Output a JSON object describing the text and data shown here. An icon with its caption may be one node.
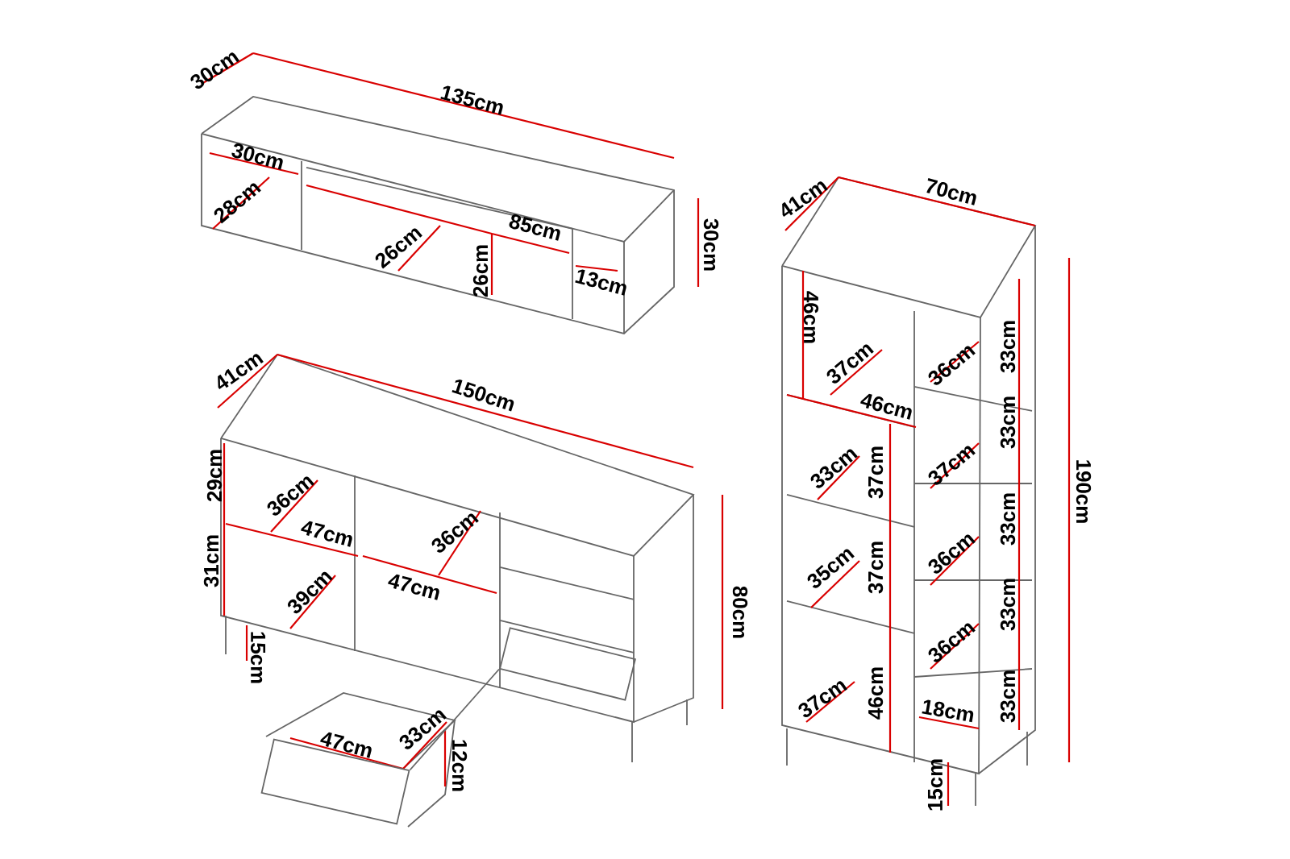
{
  "diagram": {
    "nodes": [
      {
        "text": [],
        "shape": "box"
      },
      {
        "text": [],
        "shape": "box"
      }
    ],
    "edges": [
      {
        "from": 1,
        "to": 0,
        "arrow": "none"
      }
    ],
    "labels": [
      "30cm",
      "135cm",
      "30cm",
      "28cm",
      "26cm",
      "85cm",
      "26cm",
      "13cm",
      "30cm",
      "41cm",
      "150cm",
      "29cm",
      "36cm",
      "47cm",
      "36cm",
      "31cm",
      "47cm",
      "39cm",
      "15cm",
      "80cm",
      "47cm",
      "33cm",
      "12cm",
      "41cm",
      "70cm",
      "46cm",
      "37cm",
      "46cm",
      "36cm",
      "33cm",
      "33cm",
      "37cm",
      "33cm",
      "37cm",
      "33cm",
      "36cm",
      "35cm",
      "37cm",
      "33cm",
      "36cm",
      "37cm",
      "46cm",
      "18cm",
      "33cm",
      "190cm",
      "15cm"
    ]
  }
}
